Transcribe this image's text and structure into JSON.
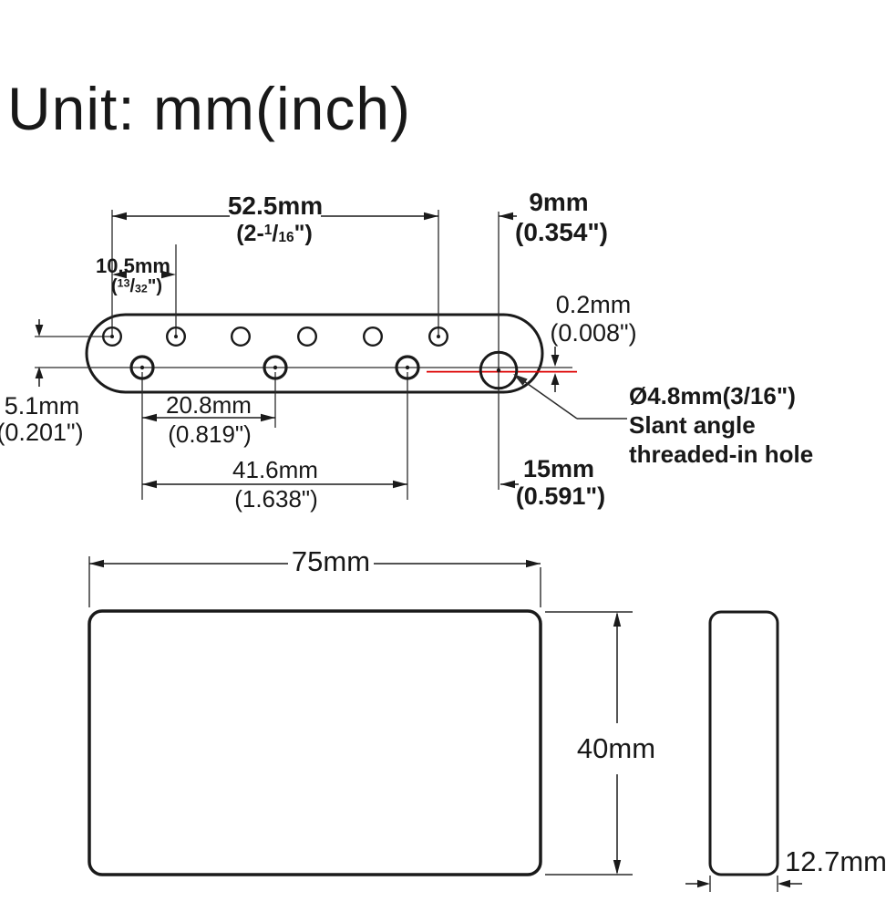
{
  "title": "Unit: mm(inch)",
  "top_view": {
    "dim_screw_hole_span": {
      "mm": "52.5mm",
      "inch_pre": "(2-",
      "inch_num": "1",
      "inch_slash": "/",
      "inch_den": "16",
      "inch_post": "\")"
    },
    "dim_screw_hole_pitch": {
      "mm": "10.5mm",
      "inch_pre": "(",
      "inch_num": "13",
      "inch_slash": "/",
      "inch_den": "32",
      "inch_post": "\")"
    },
    "dim_end_screw_offset": {
      "mm": "9mm",
      "inch": "(0.354\")"
    },
    "dim_centerline_offset": {
      "mm": "0.2mm",
      "inch": "(0.008\")"
    },
    "dim_row_offset": {
      "mm": "5.1mm",
      "inch": "(0.201\")"
    },
    "dim_pole_pitch": {
      "mm": "20.8mm",
      "inch": "(0.819\")"
    },
    "dim_pole_span": {
      "mm": "41.6mm",
      "inch": "(1.638\")"
    },
    "dim_pole_to_screw": {
      "mm": "15mm",
      "inch": "(0.591\")"
    },
    "callout": {
      "line1": "Ø4.8mm(3/16\")",
      "line2": "Slant angle",
      "line3": "threaded-in hole"
    }
  },
  "front_view": {
    "width": "75mm",
    "height": "40mm"
  },
  "side_view": {
    "depth": "12.7mm"
  },
  "colors": {
    "line": "#1a1a1a",
    "accent_red": "#dd0000"
  }
}
